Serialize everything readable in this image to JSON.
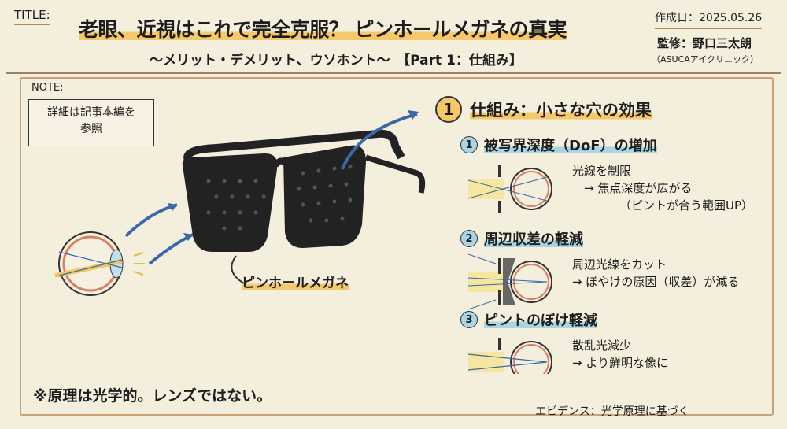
{
  "header": {
    "title_tag": "TITLE:",
    "title": "老眼、近視はこれで完全克服？ ピンホールメガネの真実",
    "subtitle": "〜メリット・デメリット、ウソホント〜　【Part 1：仕組み】",
    "date": "作成日：2025.05.26",
    "supervisor": "監修：野口三太朗",
    "clinic": "（ASUCAアイクリニック）"
  },
  "note": {
    "label": "NOTE:",
    "text_line1": "詳細は記事本編を",
    "text_line2": "参照"
  },
  "illustration": {
    "caption": "ピンホールメガネ"
  },
  "section": {
    "number": "1",
    "title": "仕組み：小さな穴の効果",
    "items": [
      {
        "number": "1",
        "title": "被写界深度（DoF）の増加",
        "lines": [
          "光線を制限",
          "→ 焦点深度が広がる",
          "（ピントが合う範囲UP）"
        ]
      },
      {
        "number": "2",
        "title": "周辺収差の軽減",
        "lines": [
          "周辺光線をカット",
          "→ ぼやけの原因（収差）が減る"
        ]
      },
      {
        "number": "3",
        "title": "ピントのぼけ軽減",
        "lines": [
          "散乱光減少",
          "→ より鮮明な像に"
        ]
      }
    ]
  },
  "footnote": "※原理は光学的。レンズではない。",
  "evidence": "エビデンス：光学原理に基づく",
  "colors": {
    "background": "#f4eedd",
    "highlight_yellow": "#f5c96a",
    "highlight_blue": "#a9d4e3",
    "arrow_blue": "#3a68a8"
  }
}
